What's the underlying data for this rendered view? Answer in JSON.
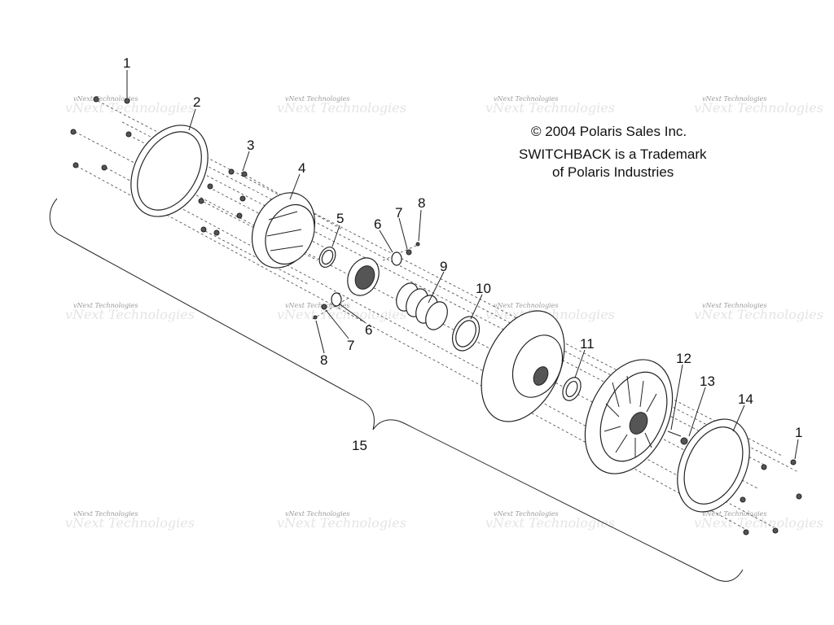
{
  "copyright": {
    "line1": "© 2004 Polaris Sales Inc.",
    "line2": "SWITCHBACK is a Trademark",
    "line3": "of Polaris Industries"
  },
  "watermark": {
    "text": "vNext Technologies"
  },
  "callouts": {
    "c1_top": "1",
    "c2": "2",
    "c3": "3",
    "c4": "4",
    "c5": "5",
    "c6_top": "6",
    "c7_top": "7",
    "c8_top": "8",
    "c9": "9",
    "c10": "10",
    "c6_bot": "6",
    "c7_bot": "7",
    "c8_bot": "8",
    "c11": "11",
    "c12": "12",
    "c13": "13",
    "c14": "14",
    "c15": "15",
    "c1_bot": "1"
  }
}
